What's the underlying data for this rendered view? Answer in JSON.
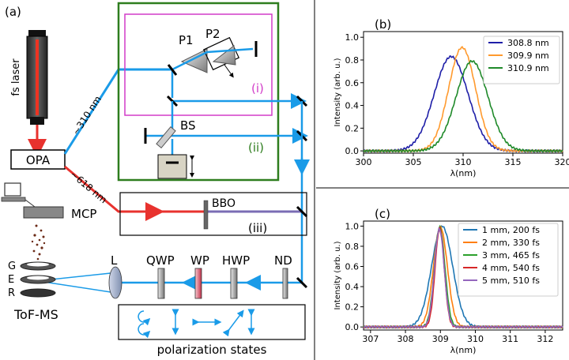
{
  "panel_a": {
    "label": "(a)",
    "laser": "fs laser",
    "opa": "OPA",
    "uv_wavelength": "~310 nm",
    "ir_wavelength": "~618 nm",
    "mcp": "MCP",
    "tof": "ToF-MS",
    "electrodes": [
      "G",
      "E",
      "R"
    ],
    "prism1": "P1",
    "prism2": "P2",
    "path_i": "(i)",
    "path_ii": "(ii)",
    "path_iii": "(iii)",
    "bs": "BS",
    "bbo": "BBO",
    "lens": "L",
    "qwp": "QWP",
    "wp": "WP",
    "hwp": "HWP",
    "nd": "ND",
    "polarization": "polarization states",
    "colors": {
      "uv": "#1a9be8",
      "ir": "#e8322e",
      "green_box": "#2e7d1e",
      "magenta_box": "#d23cc8",
      "iii_beam": "#7a6cb4"
    }
  },
  "chart_data": [
    {
      "type": "line",
      "label": "(b)",
      "xlabel": "λ(nm)",
      "ylabel": "Intensity (arb. u.)",
      "xlim": [
        300,
        320
      ],
      "ylim": [
        -0.02,
        1.05
      ],
      "xticks": [
        "300",
        "305",
        "310",
        "315",
        "320"
      ],
      "yticks": [
        "0.0",
        "0.2",
        "0.4",
        "0.6",
        "0.8",
        "1.0"
      ],
      "legend_position": "top-right",
      "series": [
        {
          "name": "308.8  nm",
          "color": "#1f1fa8",
          "center": 308.8,
          "amplitude": 0.83,
          "sigma": 1.7
        },
        {
          "name": "309.9  nm",
          "color": "#ff9a2e",
          "center": 309.9,
          "amplitude": 0.91,
          "sigma": 1.35
        },
        {
          "name": "310.9  nm",
          "color": "#1f8a2a",
          "center": 310.9,
          "amplitude": 0.79,
          "sigma": 1.6
        }
      ]
    },
    {
      "type": "line",
      "label": "(c)",
      "xlabel": "λ(nm)",
      "ylabel": "Intensity (arb. u.)",
      "xlim": [
        306.8,
        312.5
      ],
      "ylim": [
        -0.03,
        1.05
      ],
      "xticks": [
        "307",
        "308",
        "309",
        "310",
        "311",
        "312"
      ],
      "yticks": [
        "0.0",
        "0.2",
        "0.4",
        "0.6",
        "0.8",
        "1.0"
      ],
      "legend_position": "top-right",
      "series": [
        {
          "name": "1 mm, 200 fs",
          "color": "#1f77b4",
          "center": 309.05,
          "amplitude": 1.0,
          "sigma": 0.3
        },
        {
          "name": "2 mm, 330 fs",
          "color": "#ff7f0e",
          "center": 309.0,
          "amplitude": 0.99,
          "sigma": 0.2
        },
        {
          "name": "3 mm, 465 fs",
          "color": "#2ca02c",
          "center": 308.98,
          "amplitude": 0.99,
          "sigma": 0.15
        },
        {
          "name": "4 mm, 540 fs",
          "color": "#d62728",
          "center": 308.98,
          "amplitude": 0.98,
          "sigma": 0.13
        },
        {
          "name": "5 mm, 510 fs",
          "color": "#9467bd",
          "center": 308.97,
          "amplitude": 0.97,
          "sigma": 0.14
        }
      ]
    }
  ]
}
